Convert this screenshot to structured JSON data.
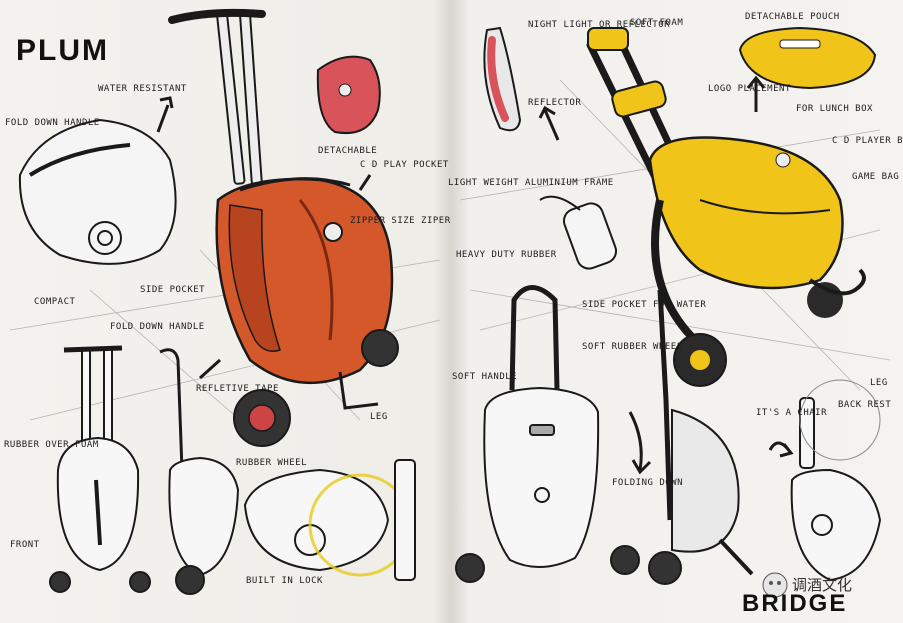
{
  "titles": {
    "left": "PLUM",
    "right": "BRIDGE"
  },
  "labels_left": {
    "water_resistant": "WATER RESISTANT",
    "fold_down_handle_top": "FOLD DOWN HANDLE",
    "detachable": "DETACHABLE",
    "cd_player_pocket": "C D PLAY POCKET",
    "zipper": "ZIPPER SIZE ZIPER",
    "compact": "COMPACT",
    "side_pocket": "SIDE POCKET",
    "fold_down_handle_bottom": "FOLD DOWN HANDLE",
    "reflective_tape": "REFLETIVE TAPE",
    "leg": "LEG",
    "rubber_over_foam": "RUBBER OVER FOAM",
    "rubber_wheel": "RUBBER WHEEL",
    "front": "FRONT",
    "built_in_lock": "BUILT IN LOCK"
  },
  "labels_right": {
    "night_light": "NIGHT LIGHT OR REFLECTOR",
    "soft_foam": "SOFT FOAM",
    "detachable_pouch": "DETACHABLE POUCH",
    "reflector": "REFLECTOR",
    "logo_placement": "LOGO PLACEMENT",
    "lunch_box": "FOR LUNCH BOX",
    "cd_player_bag": "C D PLAYER BAG",
    "game_bag": "GAME BAG",
    "light_weight": "LIGHT WEIGHT ALUMINIUM FRAME",
    "heavy_duty_rubber": "HEAVY DUTY RUBBER",
    "side_pocket_water": "SIDE POCKET FOR WATER",
    "soft_rubber_wheel": "SOFT RUBBER WHEEL",
    "soft_handle": "SOFT HANDLE",
    "its_a_chair": "IT'S A CHAIR",
    "back_rest": "BACK REST",
    "folding_down": "FOLDING DOWN",
    "leg": "LEG"
  },
  "watermark": "调酒文化",
  "colors": {
    "orange": "#d4582a",
    "yellow": "#f0c419",
    "ink": "#1a1a1a",
    "paper": "#f2f0ec"
  }
}
